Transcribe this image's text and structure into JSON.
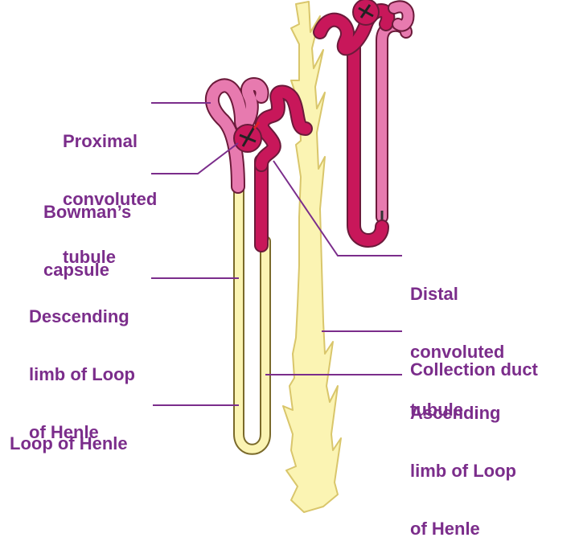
{
  "colors": {
    "label": "#7b2d8b",
    "tubule_dark": "#c8175a",
    "tubule_light": "#e77aaf",
    "tubule_pale": "#fbf4b3",
    "outline": "#6b1a3a",
    "duct_fill": "#fbf4b3",
    "duct_outline": "#d9c66b"
  },
  "labels": {
    "proximal": [
      "Proximal",
      "convoluted",
      "tubule"
    ],
    "bowmans": [
      "Bowman’s",
      "capsule"
    ],
    "descending": [
      "Descending",
      "limb of Loop",
      "of Henle"
    ],
    "loop": [
      "Loop of Henle"
    ],
    "distal": [
      "Distal",
      "convoluted",
      "tubule"
    ],
    "collection": [
      "Collection duct"
    ],
    "ascending": [
      "Ascending",
      "limb of Loop",
      "of Henle"
    ]
  }
}
